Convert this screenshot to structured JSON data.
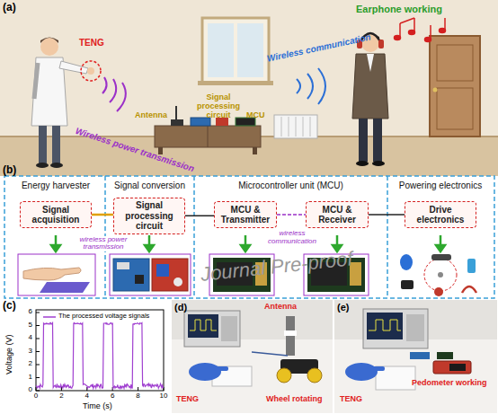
{
  "diagram": {
    "nodes": [
      {
        "text": [
          "Energy harvester"
        ]
      },
      {
        "text": [
          "Signal acquisition"
        ],
        "in": 0
      },
      {
        "text": [
          "Signal conversion"
        ]
      },
      {
        "text": [
          "Signal processing circuit"
        ],
        "in": 2
      },
      {
        "text": [
          "Microcontroller unit (MCU)"
        ]
      },
      {
        "text": [
          "MCU & Transmitter"
        ],
        "in": 4
      },
      {
        "text": [
          "MCU & Receiver"
        ],
        "in": 4
      },
      {
        "text": [
          "Powering electronics"
        ]
      },
      {
        "text": [
          "Drive electronics"
        ],
        "in": 7
      }
    ],
    "edges": [
      {
        "from": 1,
        "to": 3,
        "arrow": "none",
        "label": "wireless power transmission"
      },
      {
        "from": 3,
        "to": 5,
        "arrow": "none"
      },
      {
        "from": 5,
        "to": 6,
        "arrow": "none",
        "label": "wireless communication"
      },
      {
        "from": 6,
        "to": 8,
        "arrow": "none"
      }
    ],
    "labels": [
      "(a)",
      "TENG",
      "Wireless power transmission",
      "Antenna",
      "Signal processing circuit",
      "MCU",
      "Wireless communication",
      "Earphone working",
      "(b)",
      "(c)",
      "Voltage (V)",
      "Time (s)",
      "0",
      "1",
      "2",
      "3",
      "4",
      "5",
      "6",
      "0",
      "2",
      "4",
      "6",
      "8",
      "10",
      "(d)",
      "Antenna",
      "TENG",
      "Wheel rotating",
      "(e)",
      "TENG",
      "Pedometer working",
      "Journal Pre-proof"
    ],
    "legend": [
      {
        "text": "The processed voltage signals"
      }
    ]
  }
}
